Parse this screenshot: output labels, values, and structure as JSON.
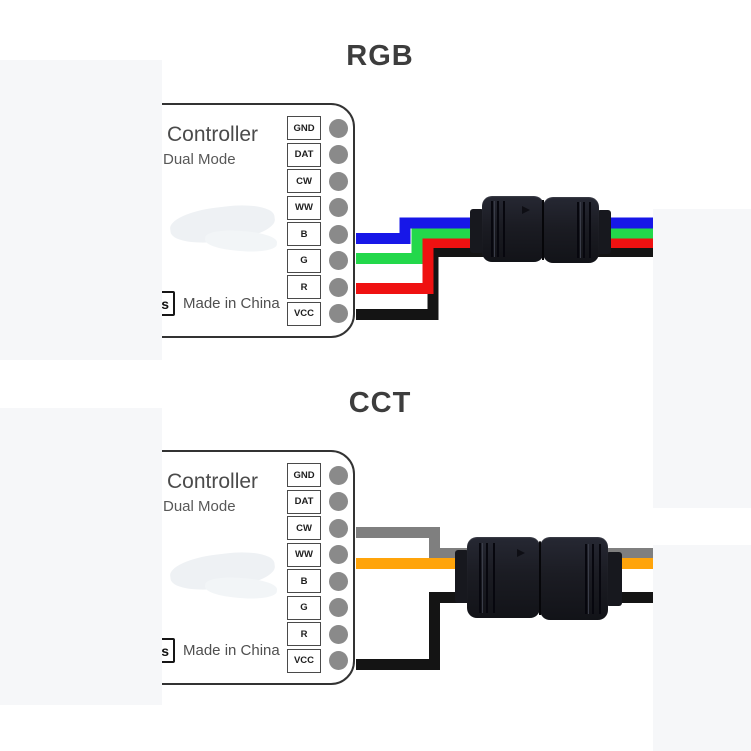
{
  "titles": {
    "rgb": "RGB",
    "cct": "CCT"
  },
  "controller": {
    "name": "Controller",
    "mode": "Dual Mode",
    "origin": "Made in China",
    "badge": "s",
    "terminals": [
      "GND",
      "DAT",
      "CW",
      "WW",
      "B",
      "G",
      "R",
      "VCC"
    ]
  },
  "wiring": {
    "rgb": [
      {
        "terminal": "B",
        "wire": "blue"
      },
      {
        "terminal": "G",
        "wire": "green"
      },
      {
        "terminal": "R",
        "wire": "red"
      },
      {
        "terminal": "VCC",
        "wire": "black"
      }
    ],
    "cct": [
      {
        "terminal": "CW",
        "wire": "gray"
      },
      {
        "terminal": "WW",
        "wire": "orange"
      },
      {
        "terminal": "VCC",
        "wire": "black"
      }
    ]
  },
  "colors": {
    "blue": "#1717e8",
    "green": "#23d84b",
    "red": "#ef1111",
    "black": "#141414",
    "gray": "#7f7f7f",
    "orange": "#ffa40a",
    "connector_body": "#1d1f27",
    "patch": "#f6f7f9",
    "title_text": "#3d3d3d"
  }
}
